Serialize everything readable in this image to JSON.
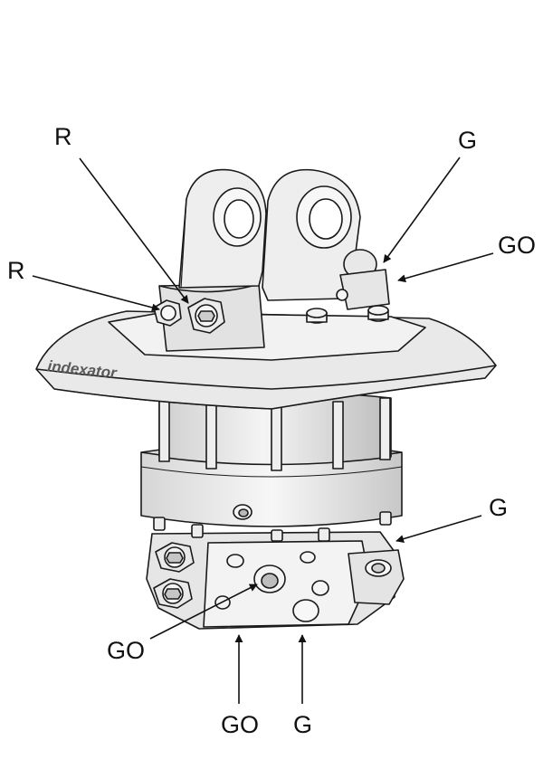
{
  "labels": {
    "r_top": "R",
    "r_left": "R",
    "g_top": "G",
    "go_top": "GO",
    "g_mid": "G",
    "go_left": "GO",
    "go_bottom": "GO",
    "g_bottom": "G"
  },
  "brand": "indexator",
  "colors": {
    "outline": "#1a1a1a",
    "body_light": "#f2f2f2",
    "body_mid": "#dedede",
    "body_shadow": "#c4c4c4",
    "arrow": "#111111"
  }
}
